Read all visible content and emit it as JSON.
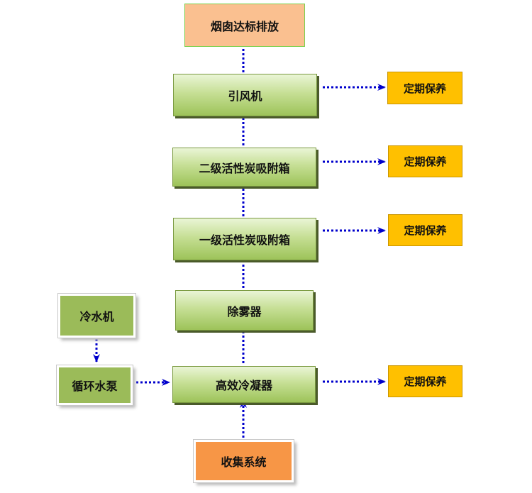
{
  "nodes": {
    "exhaust": "烟囱达标排放",
    "fan": "引风机",
    "carbon2": "二级活性炭吸附箱",
    "carbon1": "一级活性炭吸附箱",
    "demister": "除雾器",
    "condenser": "高效冷凝器",
    "collector": "收集系统",
    "chiller": "冷水机",
    "pump": "循环水泵"
  },
  "maintenance": [
    "定期保养",
    "定期保养",
    "定期保养",
    "定期保养"
  ],
  "colors": {
    "arrow": "#0000cc",
    "process_fill": "#9dc359",
    "maintenance_fill": "#ffc000",
    "collector_fill": "#f79646",
    "exhaust_fill": "#fac090"
  }
}
